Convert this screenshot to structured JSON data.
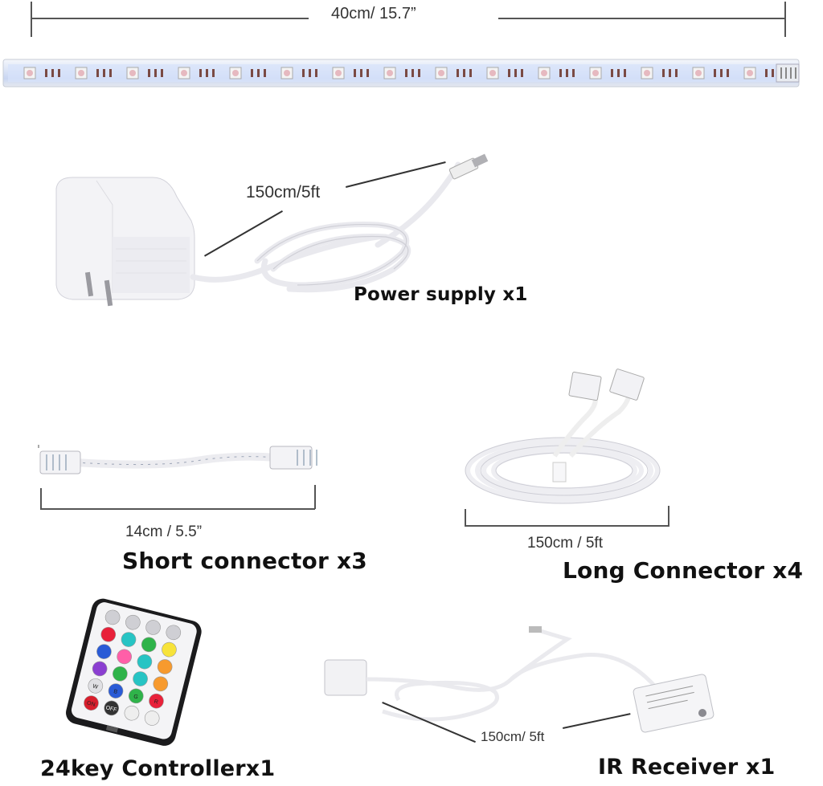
{
  "led_bar": {
    "length_label": "40cm/ 15.7”"
  },
  "power_supply": {
    "cable_label": "150cm/5ft",
    "caption": "Power supply x1"
  },
  "short_connector": {
    "length_label": "14cm / 5.5”",
    "caption": "Short connector x3"
  },
  "long_connector": {
    "length_label": "150cm / 5ft",
    "caption": "Long Connector x4"
  },
  "controller": {
    "caption": "24key Controllerx1",
    "button_labels": [
      "ON",
      "OFF",
      "W",
      "R",
      "G",
      "B"
    ],
    "colors": [
      "#e8213a",
      "#2fb34a",
      "#2a5bd6",
      "#f7e33a",
      "#8b3fd1",
      "#27c4c4",
      "#f79a2e",
      "#ff5fa8",
      "#ffffff"
    ]
  },
  "ir_receiver": {
    "cable_label": "150cm/ 5ft",
    "caption": "IR Receiver x1"
  }
}
